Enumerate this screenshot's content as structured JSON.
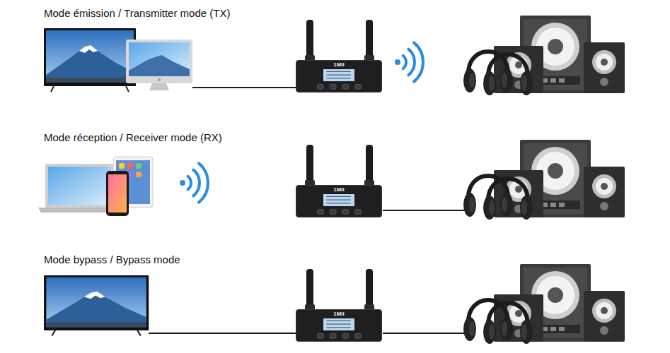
{
  "diagram": {
    "nodes": [
      {
        "text": [
          "1Mii"
        ]
      },
      {
        "text": [
          "1Mii"
        ]
      },
      {
        "text": [
          "1Mii"
        ]
      }
    ],
    "labels": [
      "Mode émission / Transmitter mode (TX)",
      "Mode réception / Receiver mode (RX)",
      "Mode bypass / Bypass mode"
    ]
  }
}
